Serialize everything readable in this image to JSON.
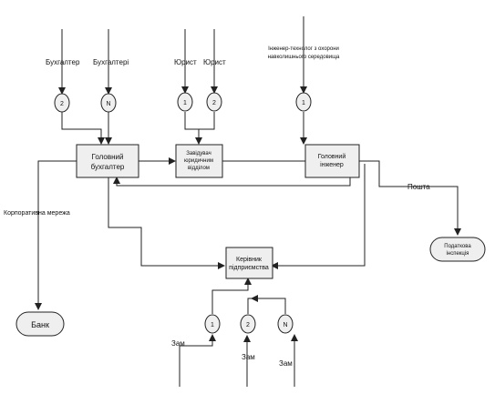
{
  "nodes": {
    "chief_accountant": "Головний бухгалтер",
    "legal_head": "Завідувач юридичним відділом",
    "chief_engineer": "Головний інженер",
    "director": "Керівник підприємства",
    "bank": "Банк",
    "tax": "Податкова інспекція"
  },
  "labels": {
    "accountant1": "Бухгалтер",
    "accountant2": "Бухгалтері",
    "lawyer1": "Юрист",
    "lawyer2": "Юрист",
    "engineer": "Інженер-технолог з охорони навколишнього середовища",
    "engineer_line1": "Інженер-технолог з охорони",
    "engineer_line2": "навколишнього середовища",
    "corp_net": "Корпоративна мережа",
    "mail": "Пошта",
    "deputy1": "Зам",
    "deputy2": "Зам",
    "deputy3": "Зам"
  },
  "circles": {
    "acc_2": "2",
    "acc_n": "N",
    "law_1": "1",
    "law_2": "2",
    "eng_1": "1",
    "dep_1": "1",
    "dep_2": "2",
    "dep_n": "N"
  },
  "colors": {
    "box_fill": "#efefef",
    "stroke": "#222222",
    "arrow": "#222222"
  }
}
